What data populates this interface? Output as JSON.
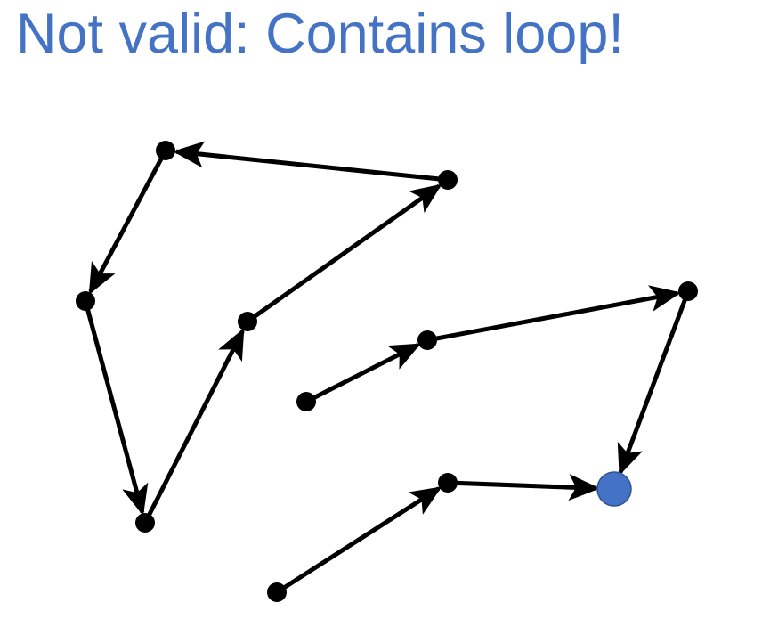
{
  "title": "Not valid: Contains loop!",
  "colors": {
    "title": "#4472C4",
    "edge": "#000000",
    "node": "#000000",
    "highlight_node": "#4472C4"
  },
  "graph": {
    "nodes": [
      {
        "id": "n1",
        "highlighted": false
      },
      {
        "id": "n2",
        "highlighted": false
      },
      {
        "id": "n3",
        "highlighted": false
      },
      {
        "id": "n4",
        "highlighted": false
      },
      {
        "id": "n5",
        "highlighted": false
      },
      {
        "id": "n6",
        "highlighted": false
      },
      {
        "id": "n7",
        "highlighted": false
      },
      {
        "id": "n8",
        "highlighted": false
      },
      {
        "id": "n9",
        "highlighted": false
      },
      {
        "id": "n10",
        "highlighted": true
      },
      {
        "id": "n11",
        "highlighted": false
      },
      {
        "id": "n12",
        "highlighted": false
      }
    ],
    "edges": [
      {
        "from": "n2",
        "to": "n1"
      },
      {
        "from": "n1",
        "to": "n3"
      },
      {
        "from": "n3",
        "to": "n4"
      },
      {
        "from": "n4",
        "to": "n5"
      },
      {
        "from": "n5",
        "to": "n2"
      },
      {
        "from": "n6",
        "to": "n7"
      },
      {
        "from": "n7",
        "to": "n8"
      },
      {
        "from": "n8",
        "to": "n10"
      },
      {
        "from": "n9",
        "to": "n10"
      },
      {
        "from": "n11",
        "to": "n9"
      }
    ]
  }
}
